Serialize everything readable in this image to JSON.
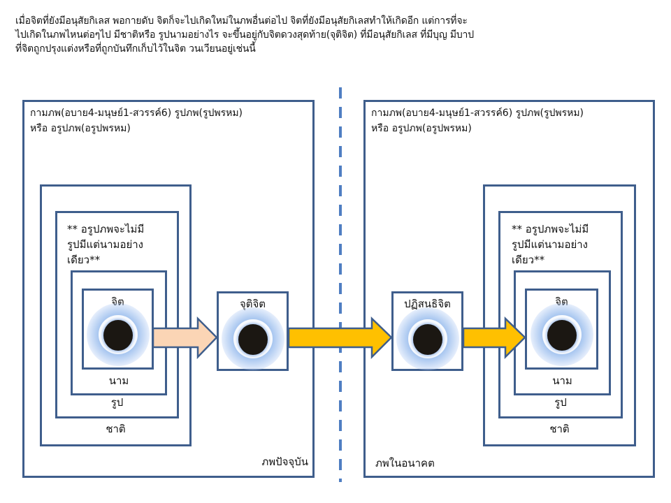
{
  "intro": {
    "lines": [
      "เมื่อจิตที่ยังมีอนุสัยกิเลส  พอกายดับ   จิตก็จะไปเกิดใหม่ในภพอื่นต่อไป   จิตที่ยังมีอนุสัยกิเลสทำให้เกิดอีก   แต่การที่จะ",
      "ไปเกิดในภพไหนต่อๆไป  มีชาติหรือ  รูปนามอย่างไร  จะขึ้นอยู่กับจิตดวงสุดท้าย(จุติจิต) ที่มีอนุสัยกิเลส   ที่มีบุญ มีบาป",
      "ที่จิตถูกปรุงแต่งหรือที่ถูกบันทึกเก็บไว้ในจิต  วนเวียนอยู่เช่นนี้"
    ]
  },
  "present": {
    "realms_line1": "กามภพ(อบาย4-มนุษย์1-สวรรค์6) รูปภพ(รูปพรหม)",
    "realms_line2": "หรือ   อรูปภพ(อรูปพรหม)",
    "note": [
      "** อรูปภพจะไม่มี",
      "รูปมีแต่นามอย่าง",
      "เดียว**"
    ],
    "layers": {
      "birth": "ชาติ",
      "form": "รูป",
      "name": "นาม",
      "mind": "จิต"
    },
    "footer": "ภพปัจจุบัน"
  },
  "death_consciousness": {
    "label": "จุติจิต"
  },
  "rebirth_consciousness": {
    "label": "ปฏิสนธิจิต"
  },
  "future": {
    "realms_line1": "กามภพ(อบาย4-มนุษย์1-สวรรค์6) รูปภพ(รูปพรหม)",
    "realms_line2": "หรือ   อรูปภพ(อรูปพรหม)",
    "note": [
      "** อรูปภพจะไม่มี",
      "รูปมีแต่นามอย่าง",
      "เดียว**"
    ],
    "layers": {
      "birth": "ชาติ",
      "form": "รูป",
      "name": "นาม",
      "mind": "จิต"
    },
    "footer": "ภพในอนาคต"
  },
  "colors": {
    "box_border": "#3f5e8c",
    "divider": "#4f7ec2",
    "arrow_peach": "#fbd5b5",
    "arrow_gold": "#ffc000",
    "arrow_outline": "#3f5e8c"
  }
}
